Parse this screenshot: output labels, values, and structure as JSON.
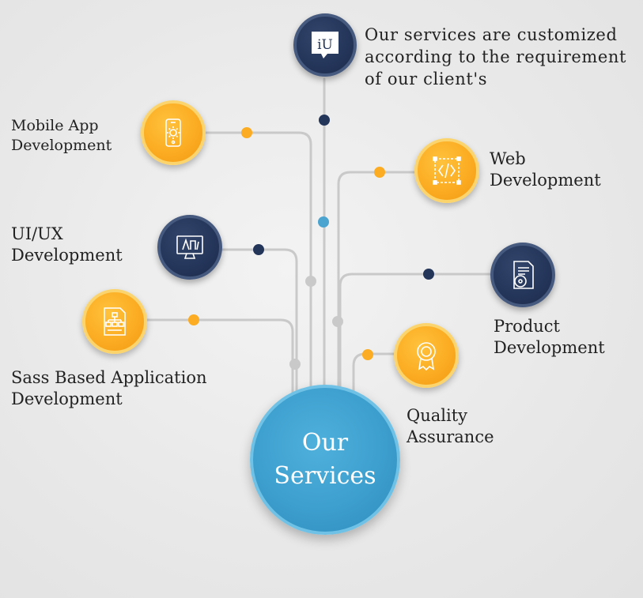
{
  "center": {
    "line1": "Our",
    "line2": "Services"
  },
  "header": {
    "logo_text": "iU",
    "lines": [
      "Our services are customized",
      "according to the requirement",
      "of our client's"
    ]
  },
  "services": {
    "mobile": {
      "lines": [
        "Mobile App",
        "Development"
      ],
      "icon": "mobile-gear-icon"
    },
    "web": {
      "lines": [
        "Web",
        "Development"
      ],
      "icon": "code-window-icon"
    },
    "uiux": {
      "lines": [
        "UI/UX",
        "Development"
      ],
      "icon": "monitor-design-icon"
    },
    "product": {
      "lines": [
        "Product",
        "Development"
      ],
      "icon": "document-disc-icon"
    },
    "sass": {
      "lines": [
        "Sass Based Application",
        "Development"
      ],
      "icon": "flowchart-doc-icon"
    },
    "quality": {
      "lines": [
        "Quality",
        "Assurance"
      ],
      "icon": "award-ribbon-icon"
    }
  },
  "colors": {
    "orange": "#fbac22",
    "navy": "#24355a",
    "blue": "#3d9fce",
    "wire": "#c8c8c8",
    "dot_blue": "#4ba4d0"
  }
}
